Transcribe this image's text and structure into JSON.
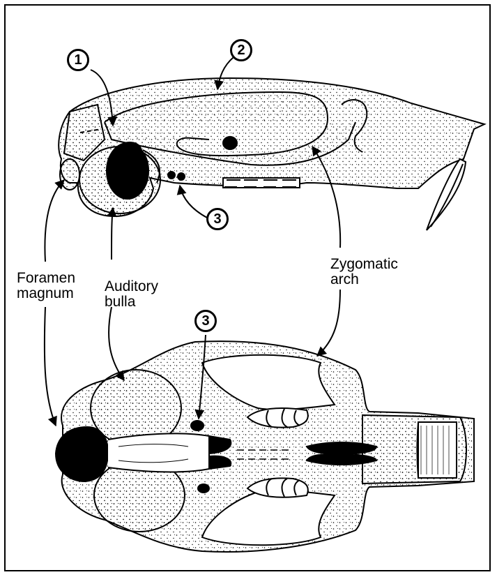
{
  "labels": {
    "foramen_magnum": [
      "Foramen",
      "magnum"
    ],
    "auditory_bulla": [
      "Auditory",
      "bulla"
    ],
    "zygomatic_arch": [
      "Zygomatic",
      "arch"
    ]
  },
  "markers": {
    "one": "1",
    "two": "2",
    "three_side": "3",
    "three_bottom": "3"
  },
  "colors": {
    "ink": "#000000",
    "paper": "#ffffff"
  }
}
